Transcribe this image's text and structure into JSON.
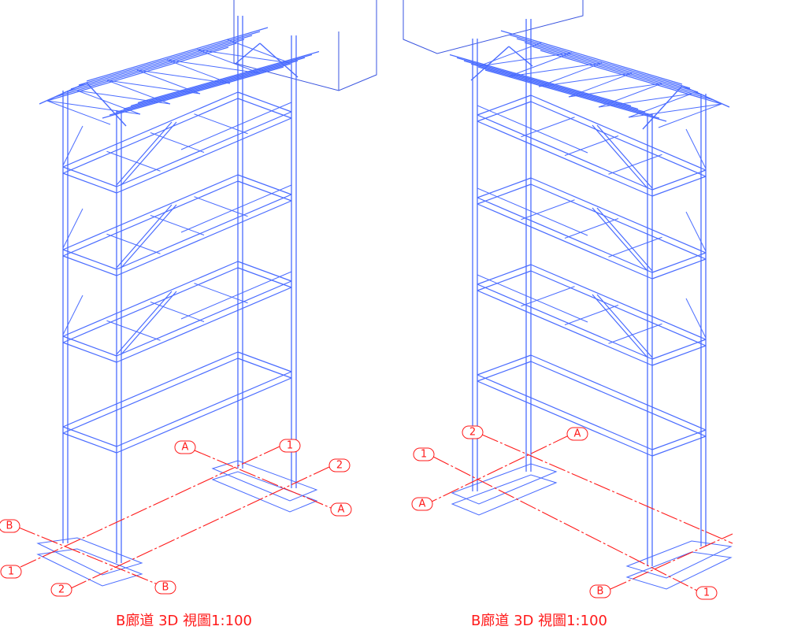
{
  "colors": {
    "structure": "#4a6cff",
    "grid": "#ff1a1a",
    "block": "#3a55e0"
  },
  "views": [
    {
      "caption": "B廊道 3D 視圖1:100",
      "grid_labels": [
        "A",
        "1",
        "2",
        "A",
        "B",
        "1",
        "2",
        "B"
      ]
    },
    {
      "caption": "B廊道 3D 視圖1:100",
      "grid_labels": [
        "2",
        "A",
        "1",
        "A",
        "B",
        "1"
      ]
    }
  ]
}
